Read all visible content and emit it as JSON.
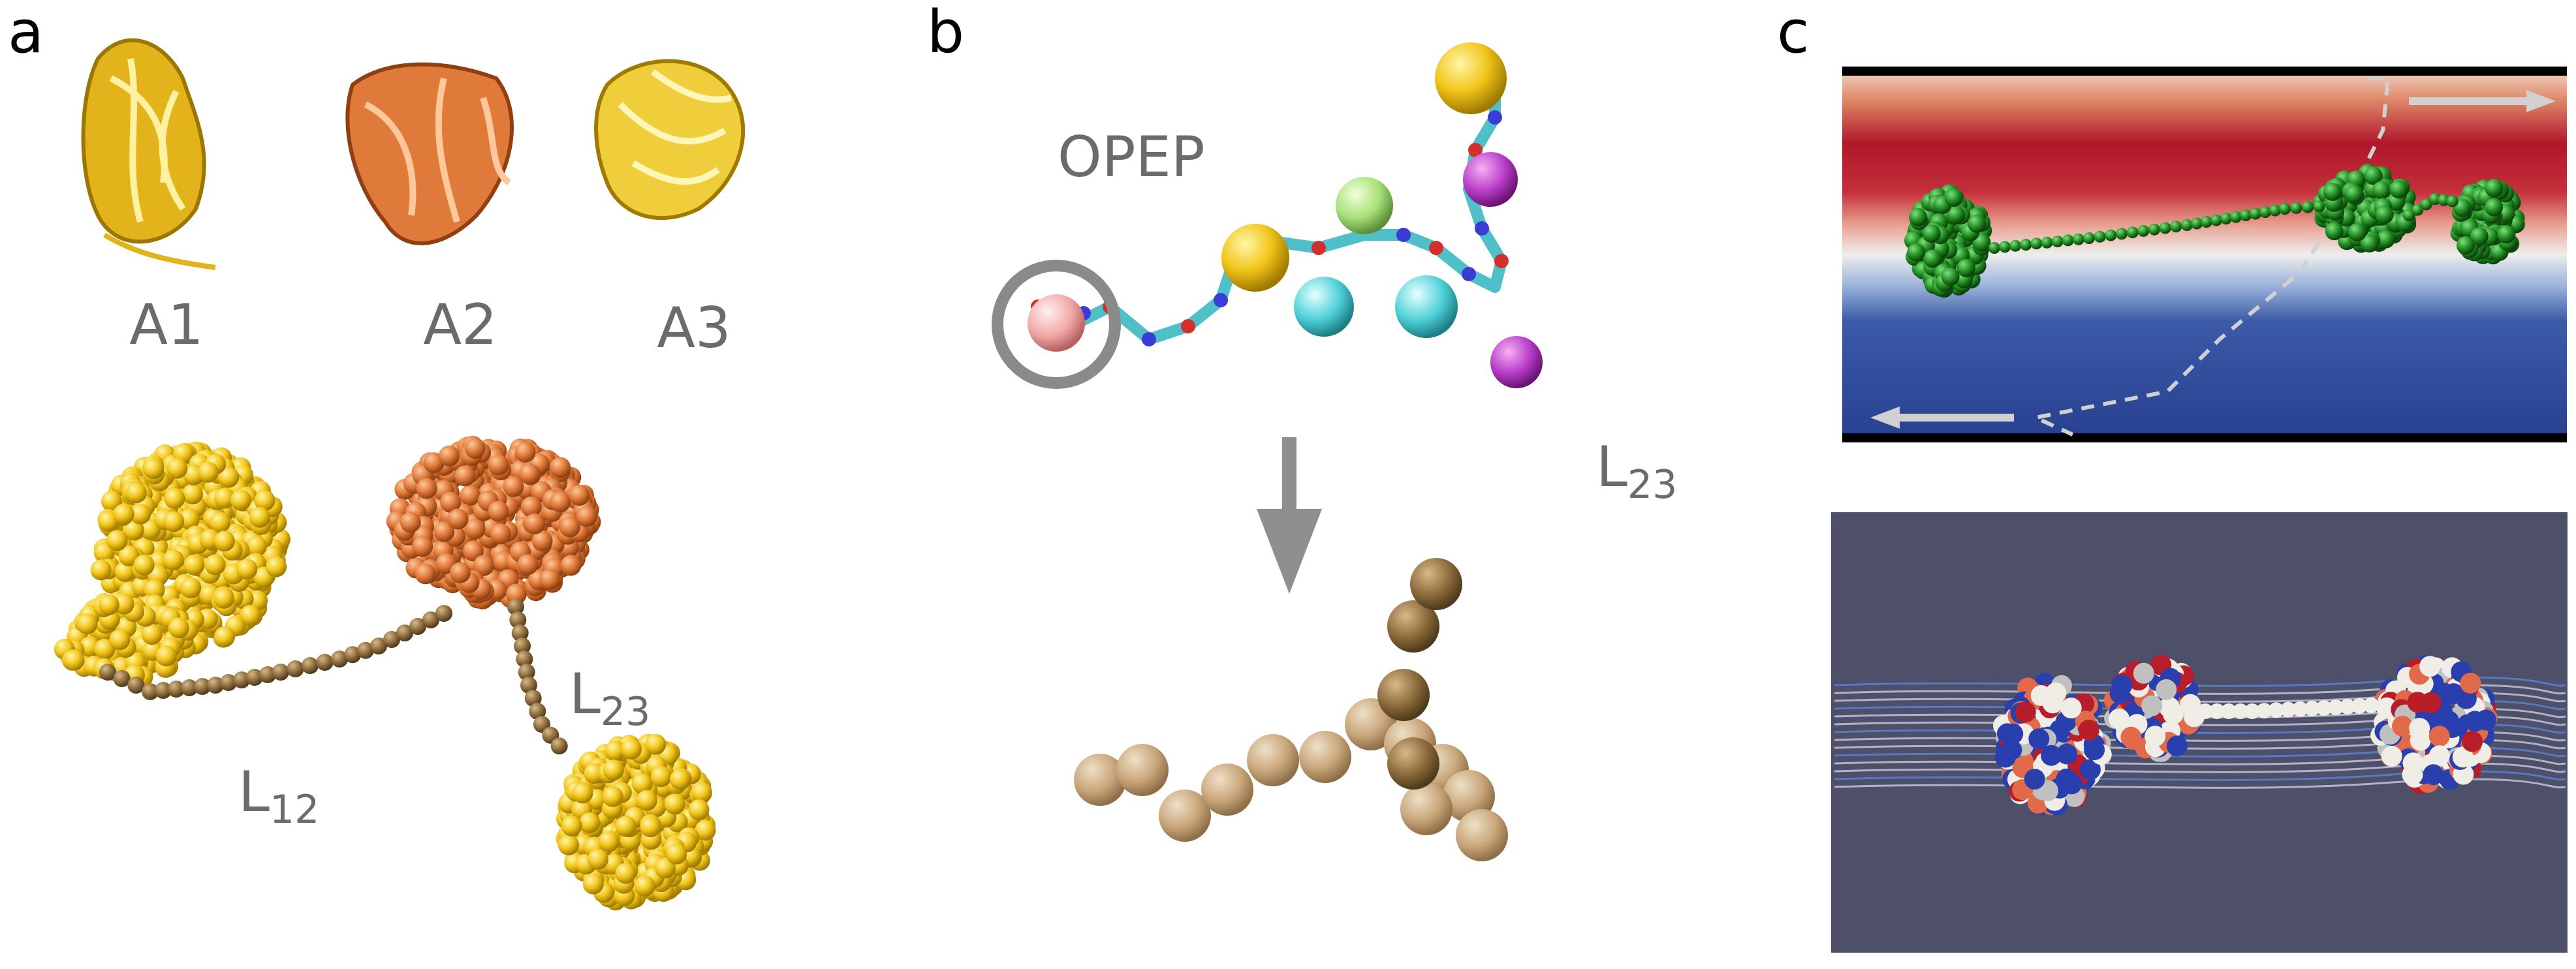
{
  "panel_a": {
    "letter": "a",
    "domain_labels": [
      "A1",
      "A2",
      "A3"
    ],
    "linker_labels": {
      "l12_main": "L",
      "l12_sub": "12",
      "l23_main": "L",
      "l23_sub": "23"
    }
  },
  "panel_b": {
    "letter": "b",
    "model_label": "OPEP",
    "linker_label_main": "L",
    "linker_label_sub": "23"
  },
  "panel_c": {
    "letter": "c"
  },
  "colors": {
    "domain_yellow": "#f2c51a",
    "domain_orange": "#e07a3a",
    "linker_brown": "#8b6a3a",
    "coarse_bead": "#c9a67a",
    "flow_red": "#b0172a",
    "flow_blue": "#27408f",
    "chain_green": "#1f8a1f",
    "slate_bg": "#4d5068"
  }
}
